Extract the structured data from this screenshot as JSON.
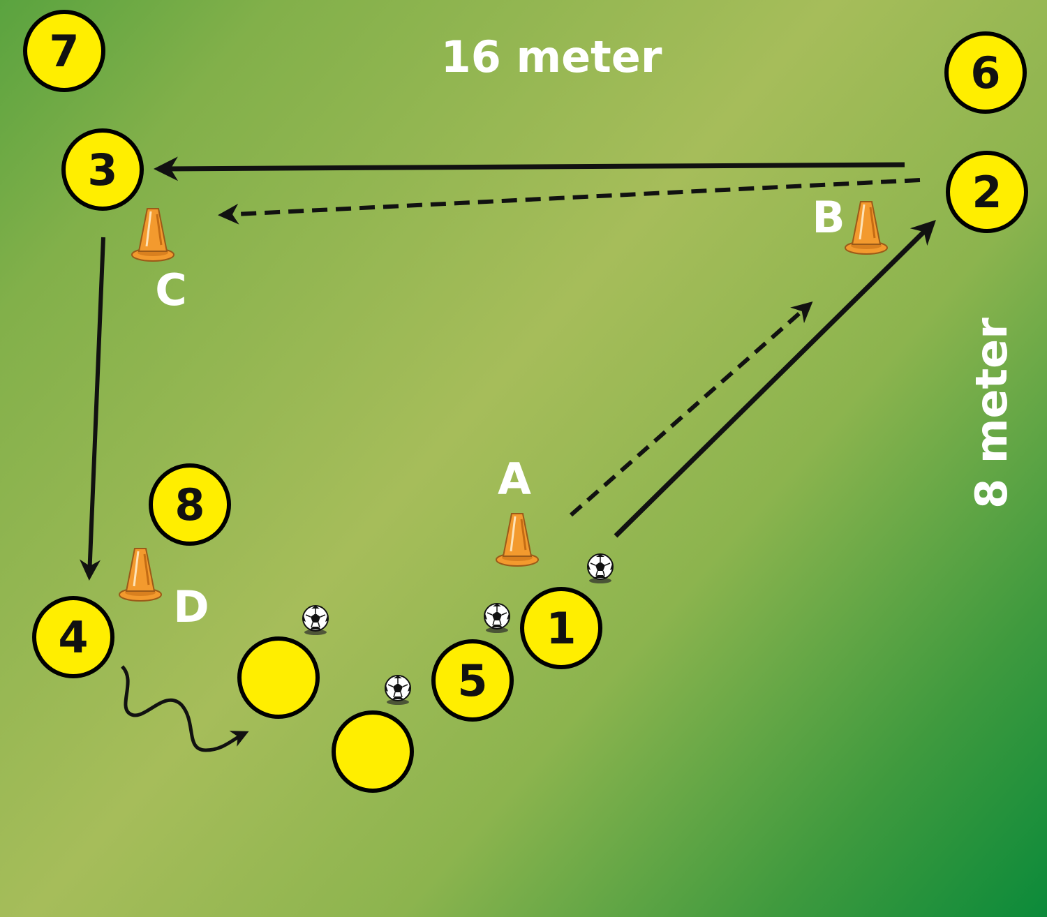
{
  "colors": {
    "pitch_light": "#a6bd5a",
    "pitch_dark": "#0b8a3a",
    "player_fill": "#ffee00",
    "player_stroke": "#000000",
    "cone": "#f39a2e",
    "label": "#ffffff",
    "arrow": "#111111"
  },
  "dimensions": {
    "length": "16 meter",
    "width": "8 meter"
  },
  "players": [
    {
      "id": "p1",
      "number": "1"
    },
    {
      "id": "p2",
      "number": "2"
    },
    {
      "id": "p3",
      "number": "3"
    },
    {
      "id": "p4",
      "number": "4"
    },
    {
      "id": "p5",
      "number": "5"
    },
    {
      "id": "p6",
      "number": "6"
    },
    {
      "id": "p7",
      "number": "7"
    },
    {
      "id": "p8",
      "number": "8"
    },
    {
      "id": "p9",
      "number": ""
    },
    {
      "id": "p10",
      "number": ""
    }
  ],
  "cones": [
    {
      "id": "A",
      "label": "A"
    },
    {
      "id": "B",
      "label": "B"
    },
    {
      "id": "C",
      "label": "C"
    },
    {
      "id": "D",
      "label": "D"
    }
  ],
  "icons": {
    "ball": "soccer-ball-icon",
    "cone": "cone-icon"
  }
}
